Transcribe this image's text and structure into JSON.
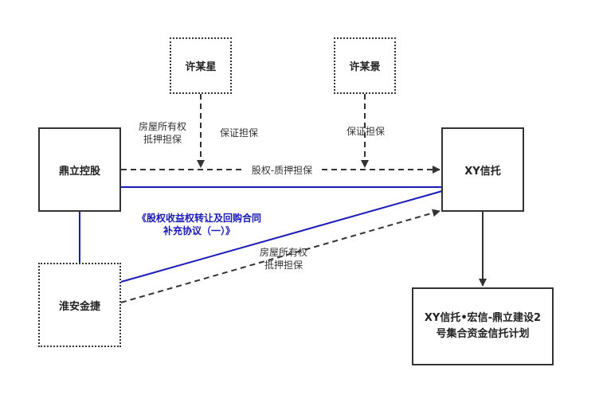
{
  "nodes": {
    "xu_mouxing": "许某星",
    "xu_moujing": "许某景",
    "dingli_konggu": "鼎立控股",
    "xy_trust": "XY信托",
    "huaian_jinjie": "淮安金捷",
    "trust_plan": "XY信托•宏信-鼎立建设2号集合资金信托计划"
  },
  "edges": {
    "house_pledge_1_line1": "房屋所有权",
    "house_pledge_1_line2": "抵押担保",
    "guarantee_1": "保证担保",
    "guarantee_2": "保证担保",
    "equity_pledge": "股权-质押担保",
    "agreement_line1": "《股权收益权转让及回购合同",
    "agreement_line2": "补充协议（一）》",
    "house_pledge_2_line1": "房屋所有权",
    "house_pledge_2_line2": "抵押担保"
  },
  "colors": {
    "blue": "#1a1ab8",
    "dark": "#333333"
  }
}
